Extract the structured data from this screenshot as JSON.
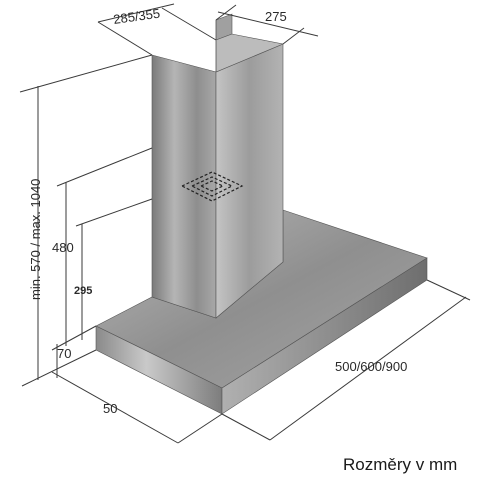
{
  "diagram": {
    "caption": "Rozměry v mm",
    "labels": {
      "chimney_depth": "285/355",
      "chimney_width": "275",
      "total_height": "min. 570 / max. 1040",
      "height_480": "480",
      "height_295": "295",
      "height_70": "70",
      "depth_50": "50",
      "width_options": "500/600/900"
    },
    "colors": {
      "steel_light": "#c9c9c9",
      "steel_mid": "#9a9a9a",
      "steel_dark": "#6b6b6b",
      "dimension_lines": "#3a3a3a"
    }
  }
}
